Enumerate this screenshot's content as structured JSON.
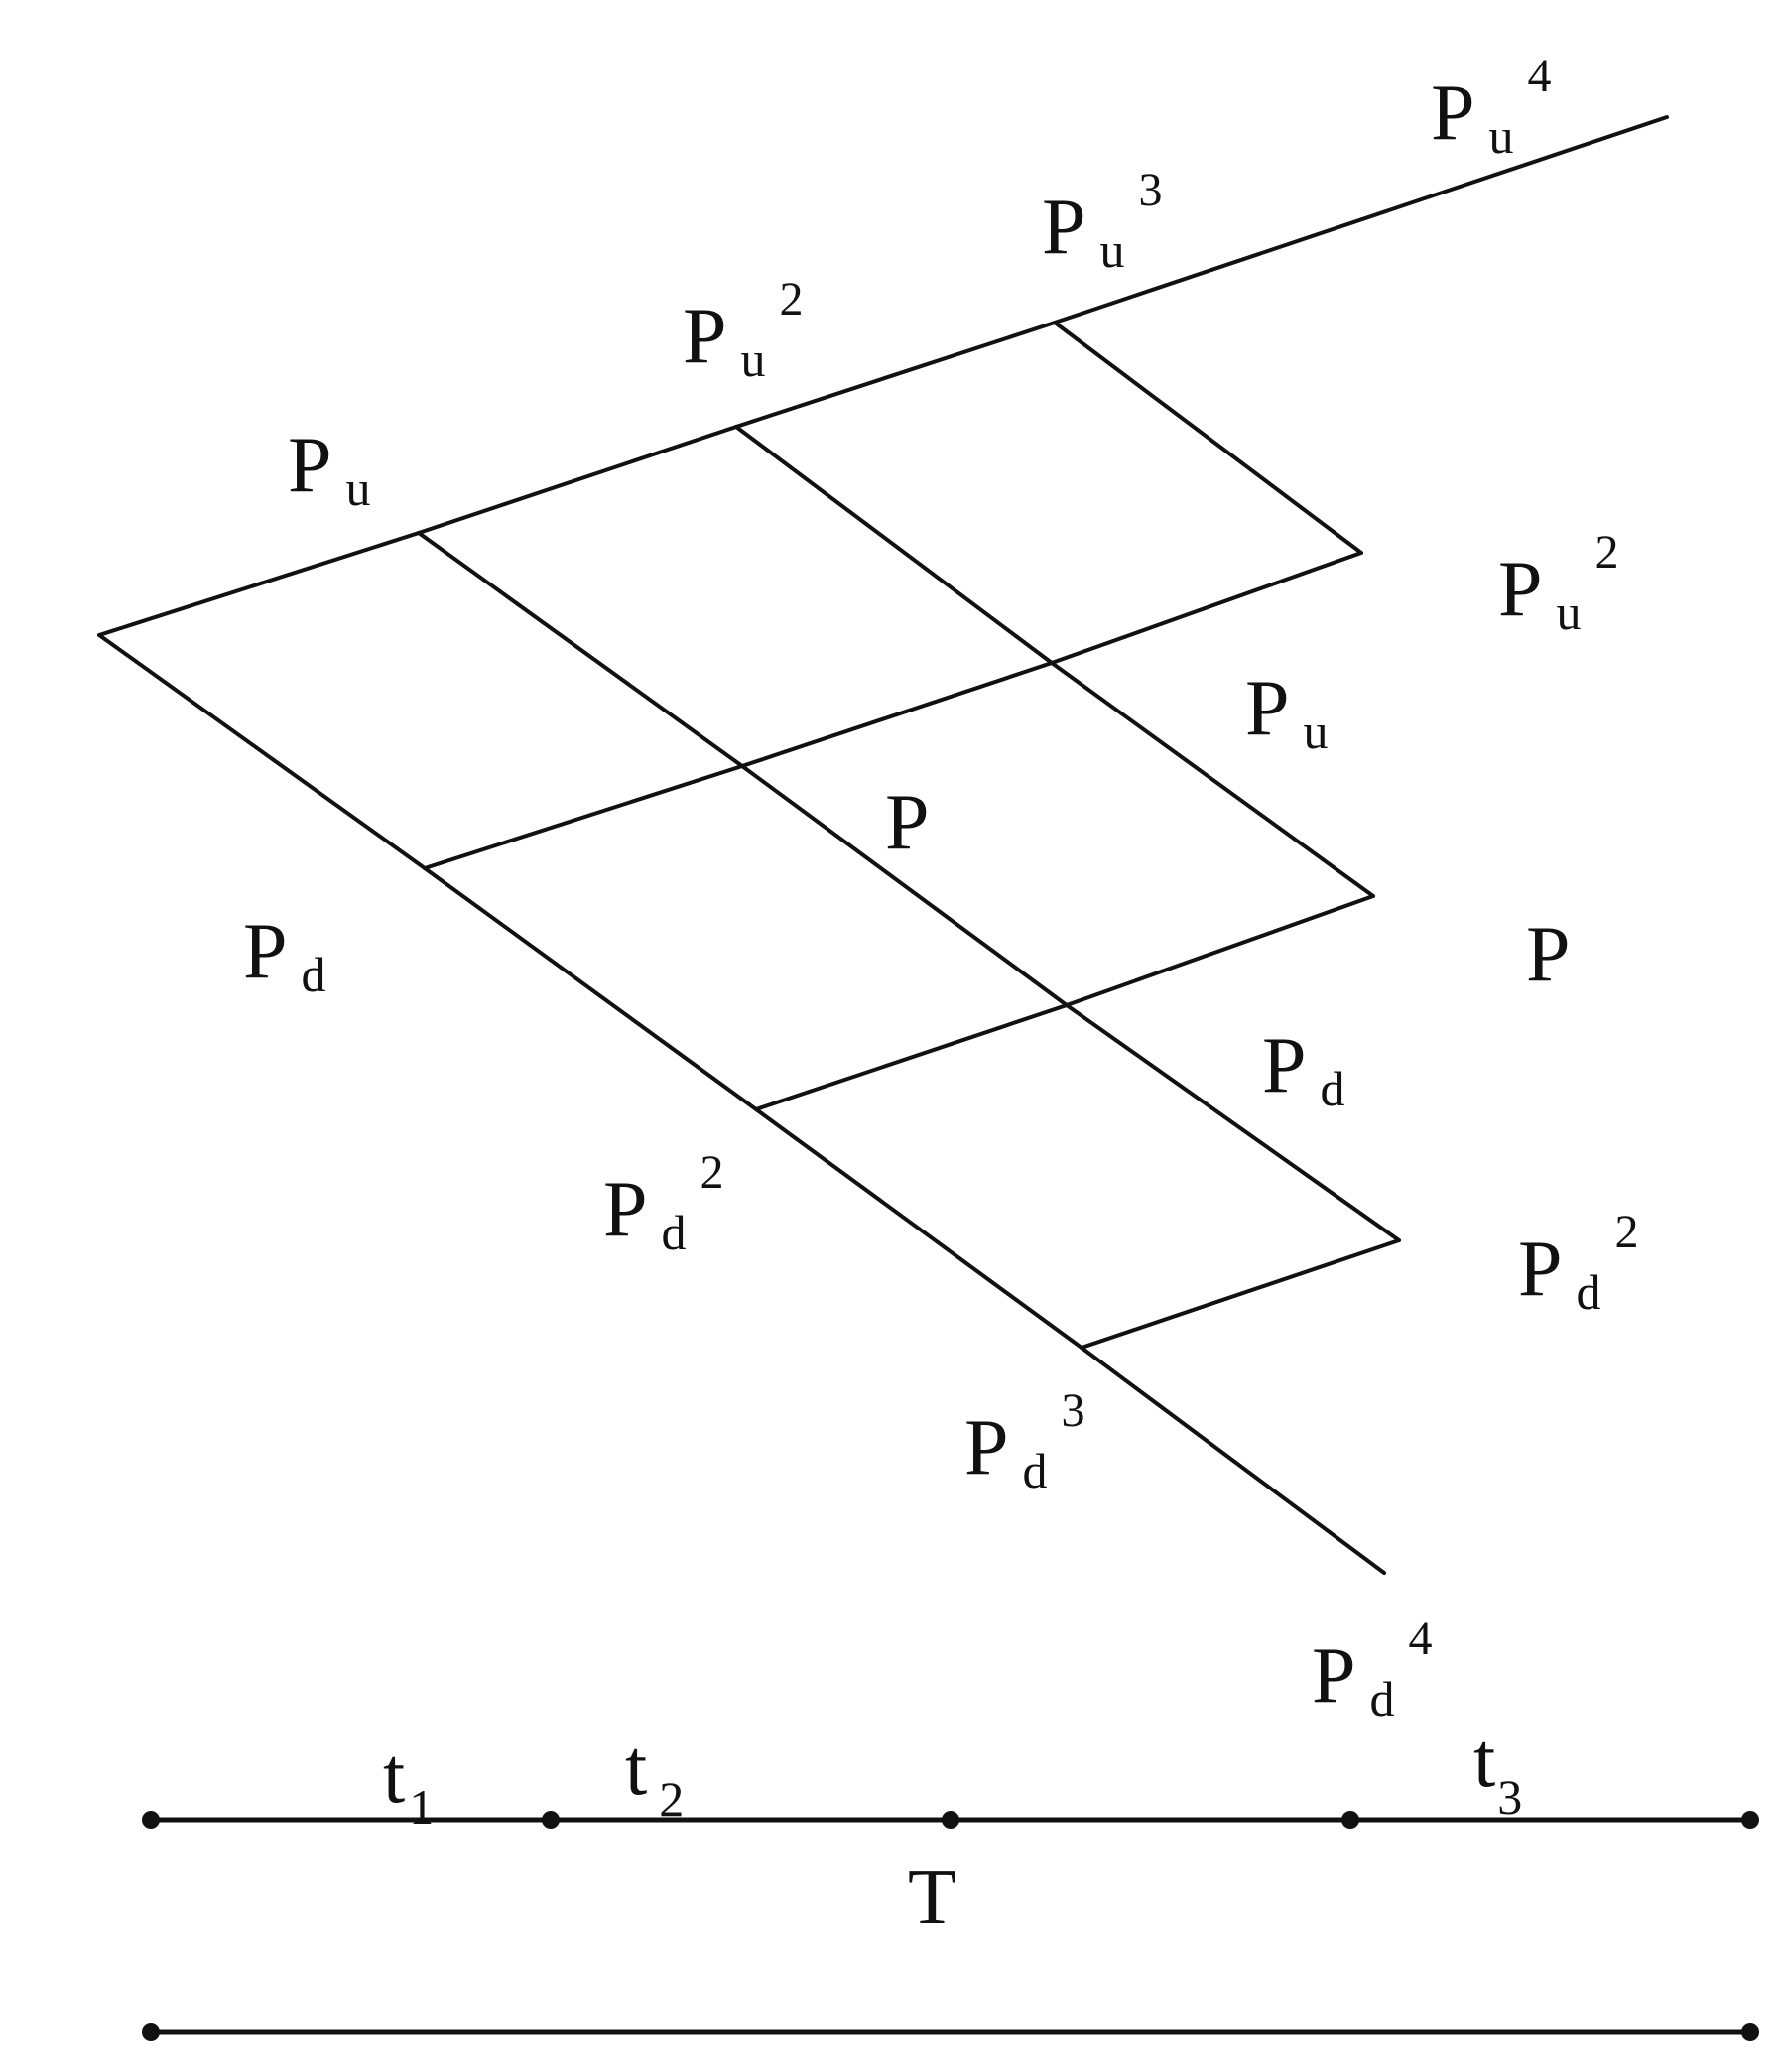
{
  "nodes": [
    {
      "id": "n0",
      "label": "",
      "sub": "",
      "sup": ""
    },
    {
      "id": "n1u",
      "label": "P",
      "sub": "u",
      "sup": ""
    },
    {
      "id": "n1d",
      "label": "P",
      "sub": "d",
      "sup": ""
    },
    {
      "id": "n2uu",
      "label": "P",
      "sub": "u",
      "sup": "2"
    },
    {
      "id": "n2ud",
      "label": "P",
      "sub": "",
      "sup": ""
    },
    {
      "id": "n2dd",
      "label": "P",
      "sub": "d",
      "sup": "2"
    },
    {
      "id": "n3u3",
      "label": "P",
      "sub": "u",
      "sup": "3"
    },
    {
      "id": "n3u1",
      "label": "P",
      "sub": "u",
      "sup": ""
    },
    {
      "id": "n3d1",
      "label": "P",
      "sub": "d",
      "sup": ""
    },
    {
      "id": "n3d3",
      "label": "P",
      "sub": "d",
      "sup": "3"
    },
    {
      "id": "n4u4",
      "label": "P",
      "sub": "u",
      "sup": "4"
    },
    {
      "id": "n4u2",
      "label": "P",
      "sub": "u",
      "sup": "2"
    },
    {
      "id": "n4p",
      "label": "P",
      "sub": "",
      "sup": ""
    },
    {
      "id": "n4d2",
      "label": "P",
      "sub": "d",
      "sup": "2"
    },
    {
      "id": "n4d4",
      "label": "P",
      "sub": "d",
      "sup": "4"
    }
  ],
  "edges": [
    [
      "n0",
      "n1u"
    ],
    [
      "n0",
      "n1d"
    ],
    [
      "n1u",
      "n2uu"
    ],
    [
      "n1u",
      "n2ud"
    ],
    [
      "n1d",
      "n2ud"
    ],
    [
      "n1d",
      "n2dd"
    ],
    [
      "n2uu",
      "n3u3"
    ],
    [
      "n2uu",
      "n3u1"
    ],
    [
      "n2ud",
      "n3u1"
    ],
    [
      "n2ud",
      "n3d1"
    ],
    [
      "n2dd",
      "n3d1"
    ],
    [
      "n2dd",
      "n3d3"
    ],
    [
      "n3u3",
      "n4u4"
    ],
    [
      "n3u3",
      "n4u2"
    ],
    [
      "n3u1",
      "n4u2"
    ],
    [
      "n3u1",
      "n4p"
    ],
    [
      "n3d1",
      "n4p"
    ],
    [
      "n3d1",
      "n4d2"
    ],
    [
      "n3d3",
      "n4d2"
    ],
    [
      "n3d3",
      "n4d4"
    ]
  ],
  "timeline": {
    "segments": [
      {
        "label": "t",
        "sub": "1"
      },
      {
        "label": "t",
        "sub": "2"
      },
      {
        "label": "",
        "sub": ""
      },
      {
        "label": "t",
        "sub": "3"
      }
    ],
    "total_label": "T"
  }
}
